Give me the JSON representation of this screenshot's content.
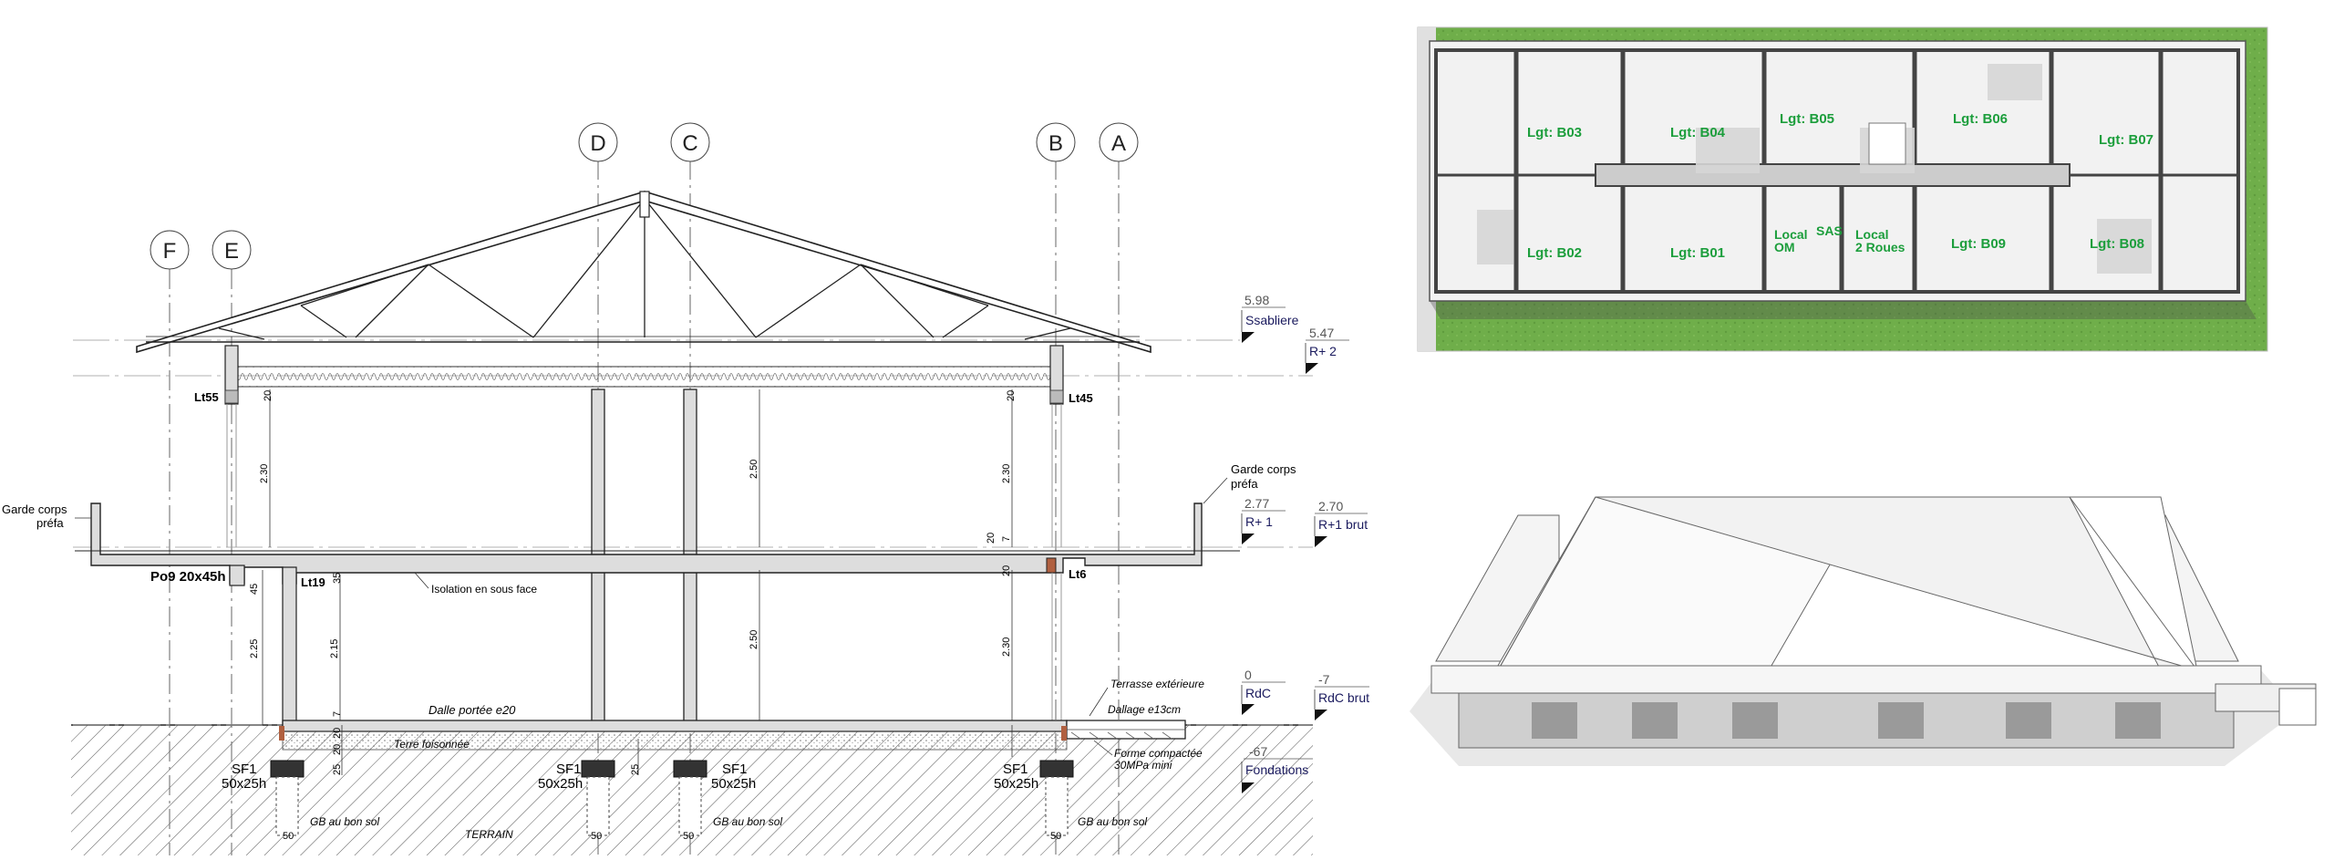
{
  "section": {
    "gridlines": [
      "F",
      "E",
      "D",
      "C",
      "B",
      "A"
    ],
    "levels": [
      {
        "value": "5.98",
        "label": "Ssabliere"
      },
      {
        "value": "5.47",
        "label": "R+ 2"
      },
      {
        "value": "2.77",
        "label": "R+ 1"
      },
      {
        "value": "2.70",
        "label": "R+1 brut"
      },
      {
        "value": "0",
        "label": "RdC"
      },
      {
        "value": "-7",
        "label": "RdC brut"
      },
      {
        "value": "-67",
        "label": "Fondations"
      }
    ],
    "beams": {
      "lt55": "Lt55",
      "lt45": "Lt45",
      "po9": "Po9 20x45h",
      "lt19": "Lt19",
      "lt6": "Lt6"
    },
    "notes": {
      "garde_corps_left_1": "Garde corps",
      "garde_corps_left_2": "préfa",
      "garde_corps_right_1": "Garde corps",
      "garde_corps_right_2": "préfa",
      "isolation": "Isolation en sous face",
      "dalle": "Dalle portée e20",
      "terrasse": "Terrasse extérieure",
      "dallage": "Dallage e13cm",
      "terre": "Terre foisonnée",
      "forme_1": "Forme compactée",
      "forme_2": "30MPa mini",
      "terrain": "TERRAIN",
      "gb": "GB au bon sol"
    },
    "footings": {
      "name": "SF1",
      "size": "50x25h"
    },
    "dims": {
      "d20": "20",
      "d230": "2.30",
      "d250": "2.50",
      "d7": "7",
      "d35": "35",
      "d45": "45",
      "d225": "2.25",
      "d215": "2.15",
      "d25": "25",
      "d50": "50"
    }
  },
  "plan": {
    "rooms": {
      "b03": "Lgt: B03",
      "b04": "Lgt: B04",
      "b05": "Lgt: B05",
      "b06": "Lgt: B06",
      "b07": "Lgt: B07",
      "b02": "Lgt: B02",
      "b01": "Lgt: B01",
      "b09": "Lgt: B09",
      "b08": "Lgt: B08",
      "local_om_1": "Local",
      "local_om_2": "OM",
      "sas": "SAS",
      "local_2r_1": "Local",
      "local_2r_2": "2 Roues"
    },
    "colors": {
      "grass": "#6fae4a",
      "room_label": "#1c9e3c"
    }
  }
}
